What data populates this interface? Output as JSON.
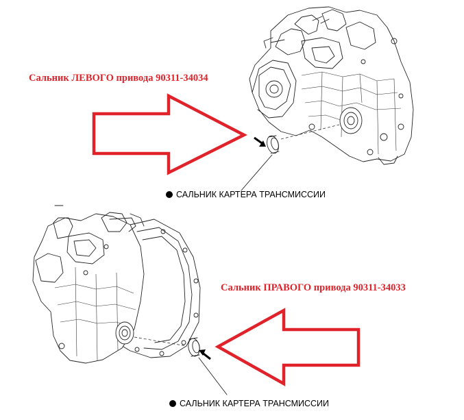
{
  "labels": {
    "left_seal": "Сальник ЛЕВОГО привода 90311-34034",
    "right_seal": "Сальник ПРАВОГО привода 90311-34033",
    "caption_top": "САЛЬНИК КАРТЕРА ТРАНСМИССИИ",
    "caption_bottom": "САЛЬНИК КАРТЕРА ТРАНСМИССИИ"
  },
  "colors": {
    "accent_red": "#e0232a",
    "line": "#222222"
  },
  "icons": {
    "bullet": "filled-circle-icon",
    "big_arrow": "outline-arrow-icon",
    "small_arrow": "pointer-arrow-icon"
  }
}
